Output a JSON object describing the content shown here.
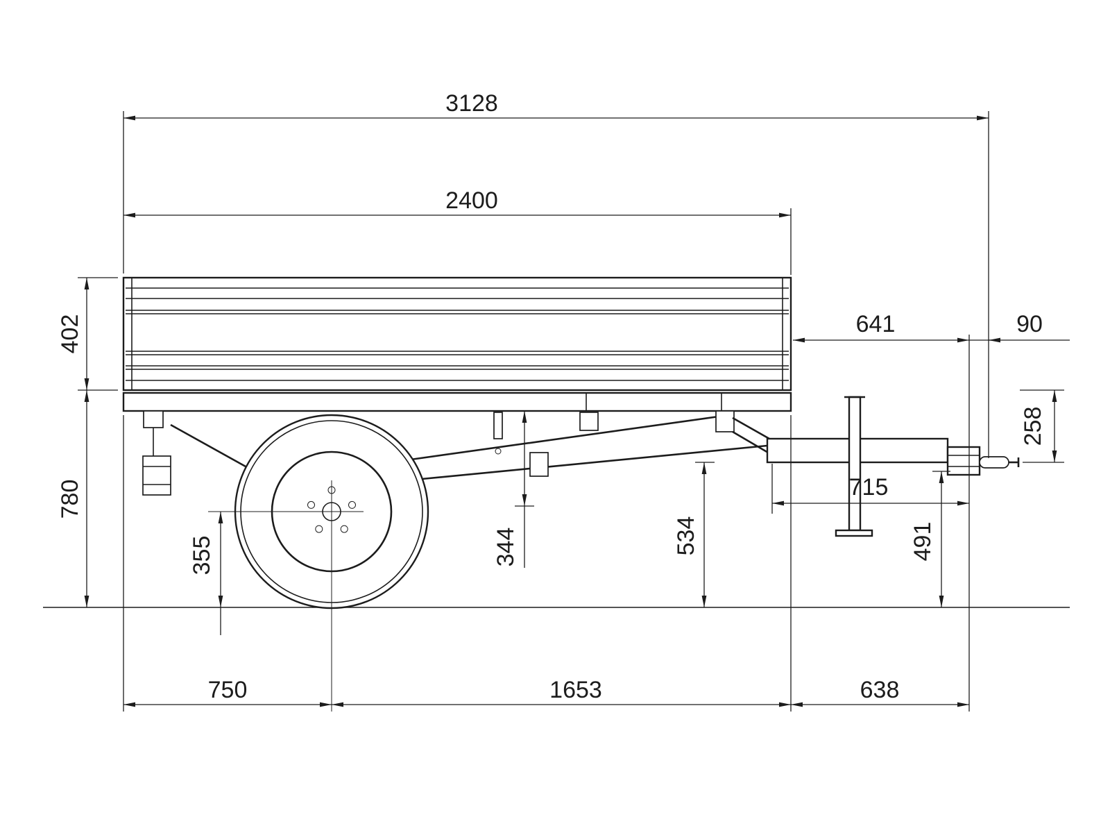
{
  "drawing": {
    "subject": "Single-axle flatbed trailer side view technical drawing",
    "unit": "mm",
    "line_color": "#1c1c1c",
    "background_color": "#ffffff",
    "dimensions": {
      "overall_length": "3128",
      "bed_length": "2400",
      "sideboard_height": "402",
      "bed_height_over_ground": "780",
      "bed_rear_to_hitch_plate": "641",
      "hitch_eye_length": "90",
      "bed_to_hitch_drop": "258",
      "hitch_plate_to_beam": "715",
      "beam_ground_clearance": "534",
      "frame_to_axle": "344",
      "axle_center_height": "355",
      "hitch_eye_height": "491",
      "front_overhang": "750",
      "axle_to_bed_rear": "1653",
      "bed_rear_to_hitch_eye": "638"
    }
  }
}
